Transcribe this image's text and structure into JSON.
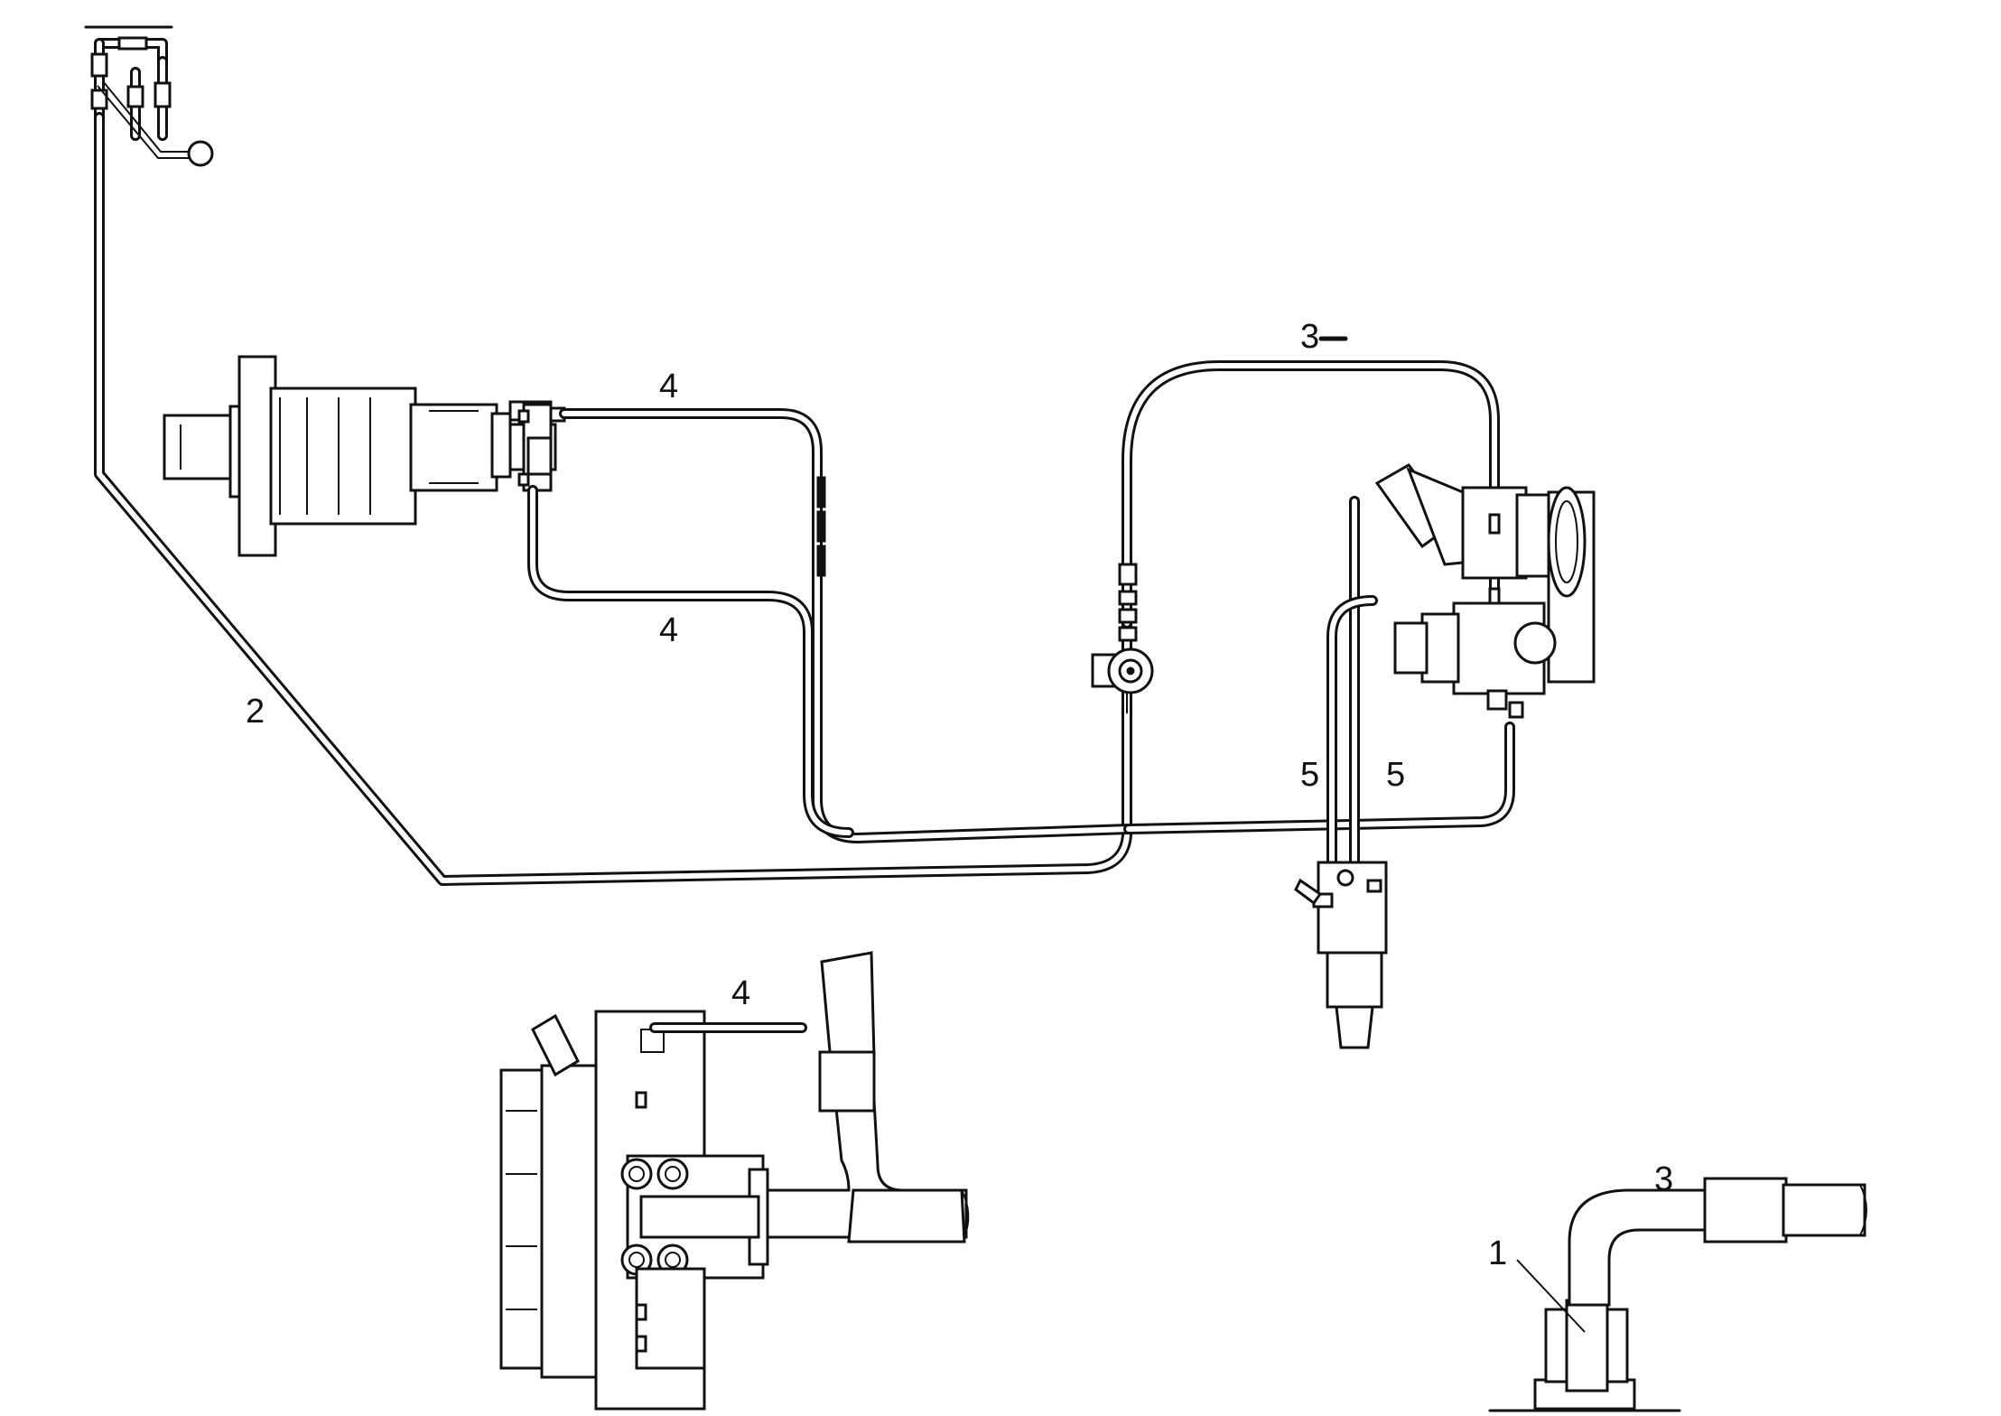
{
  "callouts": {
    "hose_left": "2",
    "pipe_top_right": "3",
    "pipe_upper": "4",
    "pipe_lower": "4",
    "detail_pipe": "4",
    "line_5a": "5",
    "line_5b": "5",
    "elbow_pipe": "3",
    "elbow_fitting": "1"
  },
  "colors": {
    "line": "#111111",
    "background": "#ffffff"
  }
}
